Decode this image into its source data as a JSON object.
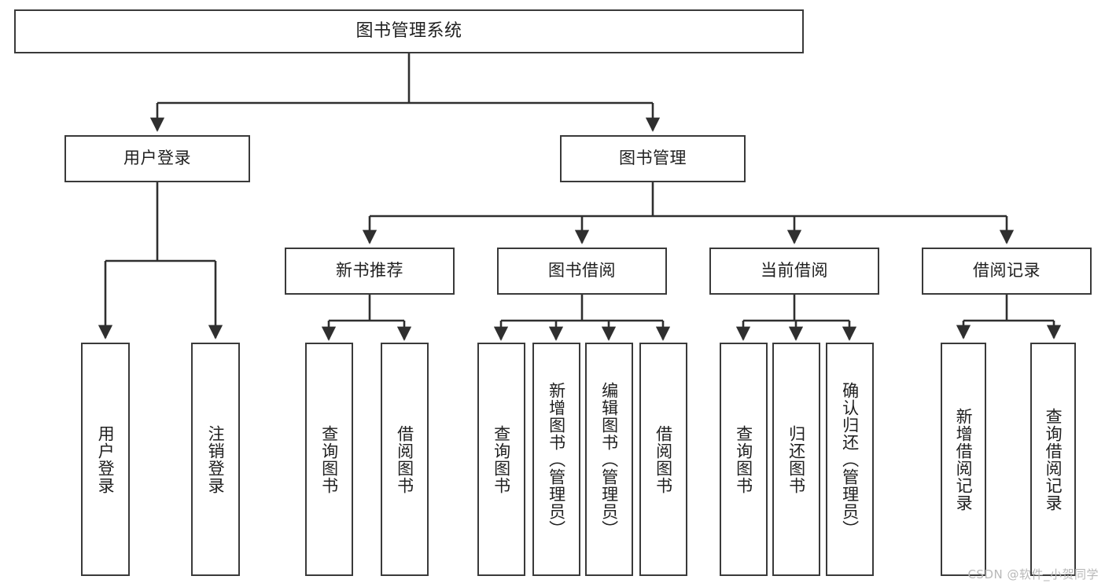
{
  "diagram": {
    "title": "图书管理系统",
    "type": "hierarchy-tree",
    "watermark": "CSDN @软件_小贺同学",
    "colors": {
      "box_border": "#3a3a3a",
      "box_fill": "#ffffff",
      "connector": "#2f2f2f",
      "text": "#202020",
      "watermark": "#b8b8b8"
    },
    "nodes": {
      "root": {
        "label": "图书管理系统"
      },
      "level1": [
        {
          "label": "用户登录"
        },
        {
          "label": "图书管理"
        }
      ],
      "level2": [
        {
          "label": "新书推荐"
        },
        {
          "label": "图书借阅"
        },
        {
          "label": "当前借阅"
        },
        {
          "label": "借阅记录"
        }
      ],
      "leaves": {
        "user_login": [
          {
            "label": "用户登录"
          },
          {
            "label": "注销登录"
          }
        ],
        "new_book_recommend": [
          {
            "label": "查询图书"
          },
          {
            "label": "借阅图书"
          }
        ],
        "book_borrow": [
          {
            "label": "查询图书"
          },
          {
            "label": "新增图书（管理员）"
          },
          {
            "label": "编辑图书（管理员）"
          },
          {
            "label": "借阅图书"
          }
        ],
        "current_borrow": [
          {
            "label": "查询图书"
          },
          {
            "label": "归还图书"
          },
          {
            "label": "确认归还（管理员）"
          }
        ],
        "borrow_record": [
          {
            "label": "新增借阅记录"
          },
          {
            "label": "查询借阅记录"
          }
        ]
      }
    }
  }
}
